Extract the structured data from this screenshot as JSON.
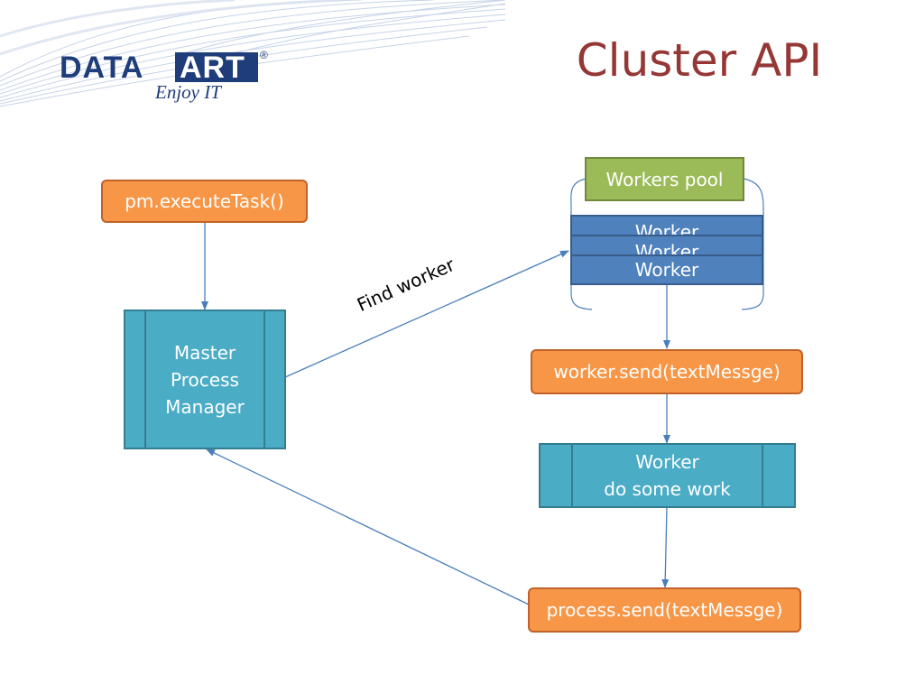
{
  "slide": {
    "title": "Cluster API",
    "logo": {
      "text_left": "DATA",
      "text_right": "ART",
      "registered": "®",
      "tagline": "Enjoy IT"
    }
  },
  "diagram": {
    "execute_task": "pm.executeTask()",
    "master": {
      "line1": "Master",
      "line2": "Process",
      "line3": "Manager"
    },
    "find_worker_label": "Find worker",
    "workers_pool": "Workers pool",
    "workers": [
      "Worker",
      "Worker",
      "Worker"
    ],
    "worker_send": "worker.send(textMessge)",
    "worker_work": {
      "line1": "Worker",
      "line2": "do some work"
    },
    "process_send": "process.send(textMessge)"
  },
  "colors": {
    "title": "#953735",
    "orange": "#f79646",
    "green": "#9bbb59",
    "blue": "#4f81bd",
    "teal": "#4bacc6",
    "arrow": "#4a7ebb",
    "logo_navy": "#1f3d7a",
    "logo_red": "#c8202e"
  }
}
